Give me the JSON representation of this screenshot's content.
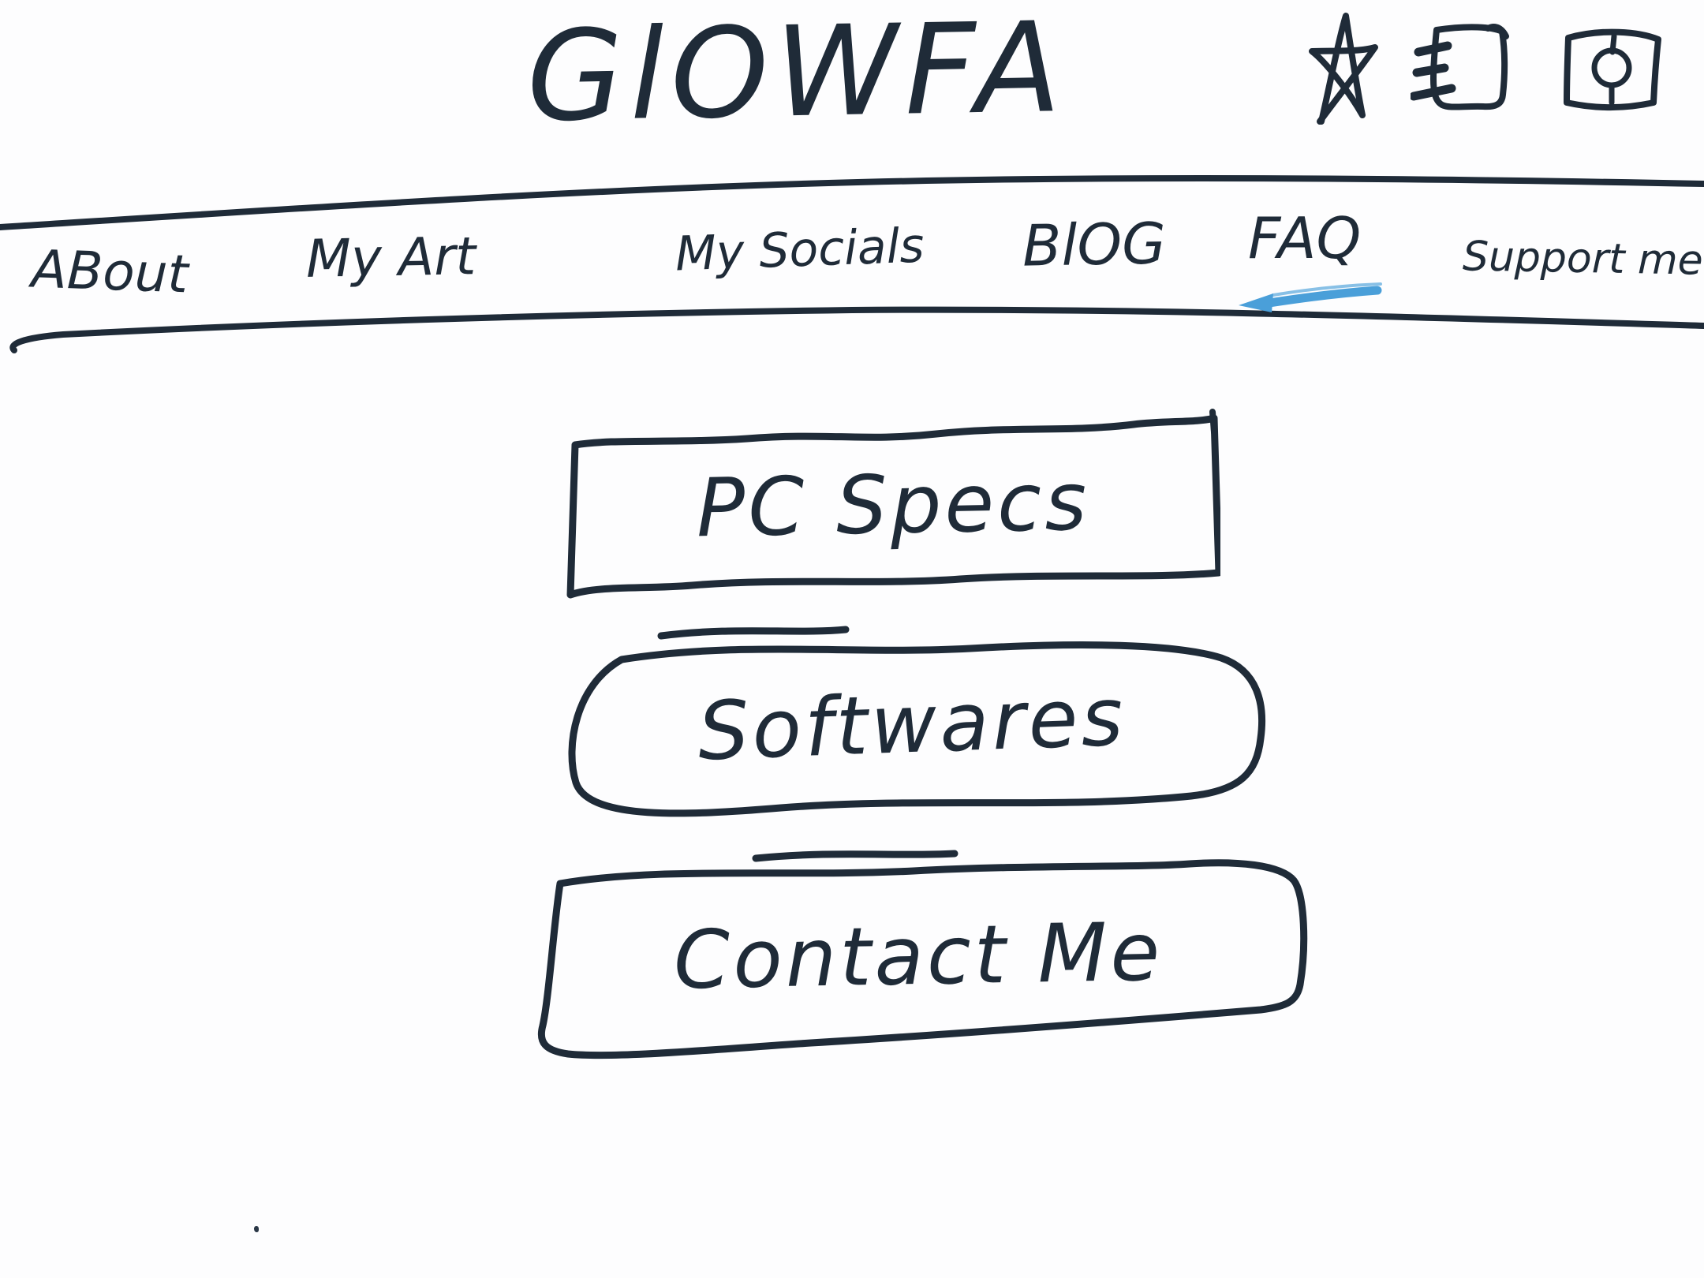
{
  "colors": {
    "ink": "#1f2b38",
    "accent_blue": "#4a9fd9",
    "background": "#fdfdfe"
  },
  "header": {
    "logo_text": "GlOWFA",
    "icons": [
      {
        "name": "star-icon"
      },
      {
        "name": "notebook-icon"
      },
      {
        "name": "portrait-icon"
      }
    ]
  },
  "nav": {
    "items": [
      {
        "label": "ABout",
        "active": false
      },
      {
        "label": "My Art",
        "active": false
      },
      {
        "label": "My Socials",
        "active": false
      },
      {
        "label": "BlOG",
        "active": false
      },
      {
        "label": "FAQ",
        "active": true
      },
      {
        "label": "Support me",
        "active": false
      }
    ],
    "active_item": "FAQ",
    "active_marker": "blue-arrow-underline"
  },
  "main": {
    "buttons": [
      {
        "label": "PC Specs"
      },
      {
        "label": "Softwares"
      },
      {
        "label": "Contact Me"
      }
    ]
  }
}
